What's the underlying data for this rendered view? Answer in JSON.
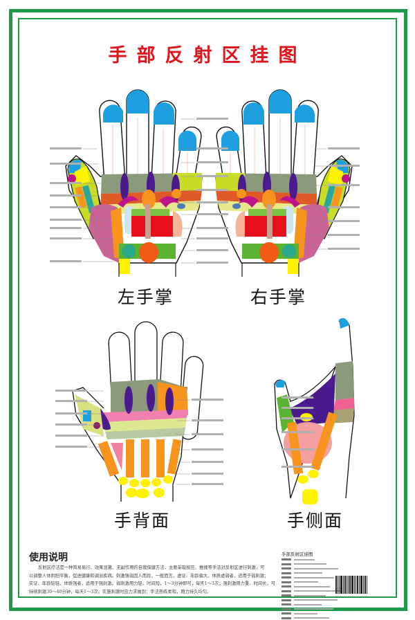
{
  "title": "手部反射区挂图",
  "hands": {
    "left_palm": "左手掌",
    "right_palm": "右手掌",
    "back": "手背面",
    "side": "手侧面"
  },
  "instructions": {
    "heading": "使用说明",
    "lines": [
      "反射区疗法是一种简易易行、效果显著、无副作用的自我保健方法，主要采取按压、推揉等手法对反射区进行刺激，可",
      "以调整人体阴阳平衡，促进健康和调治疾病。刺激强弱因人而异，一般而言，虚证、年龄偏大、体质虚弱者，适用于弱刺激；",
      "实证、年龄较轻、体质强者，适用于强刺激。弱刺激用力轻、时间短，1～3分钟即可，每天1～3次；强刺激用力重、时间长，可",
      "持续刺激30～40分钟，每天1～3次。实施刺激时应力求做到：手法熟练柔和，用力持久均匀。"
    ]
  },
  "publication": {
    "title": "手部反射区挂图"
  },
  "colors": {
    "frame": "#1a9a4a",
    "title": "#e0141c",
    "fingertip": "#1ea0e0",
    "purple": "#4b1a8c",
    "olive": "#8a9a7a",
    "yellow_green": "#c8dc28",
    "red": "#e8101c",
    "orange": "#f7941d",
    "magenta": "#c0148c",
    "pink": "#c86496",
    "yellow": "#fff200",
    "green": "#5ab432"
  }
}
